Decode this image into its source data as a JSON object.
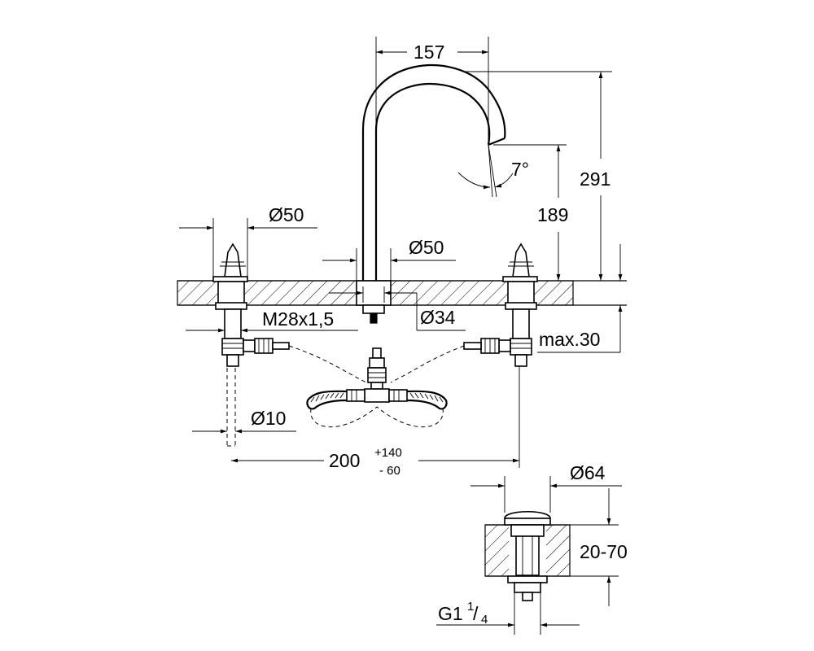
{
  "drawing": {
    "dimensions": {
      "spout_reach": "157",
      "spout_angle": "7°",
      "total_height": "291",
      "spout_height": "189",
      "handle_diameter": "Ø50",
      "spout_base_diameter": "Ø50",
      "hole_diameter": "Ø34",
      "thread": "M28x1,5",
      "max_deck_thickness": "max.30",
      "hose_diameter": "Ø10",
      "spread": "200",
      "spread_tol_plus": "+140",
      "spread_tol_minus": "-  60",
      "drain_diameter": "Ø64",
      "drain_thickness": "20-70",
      "drain_thread_main": "G1",
      "drain_thread_sup": "1",
      "drain_thread_sub": "4"
    }
  }
}
